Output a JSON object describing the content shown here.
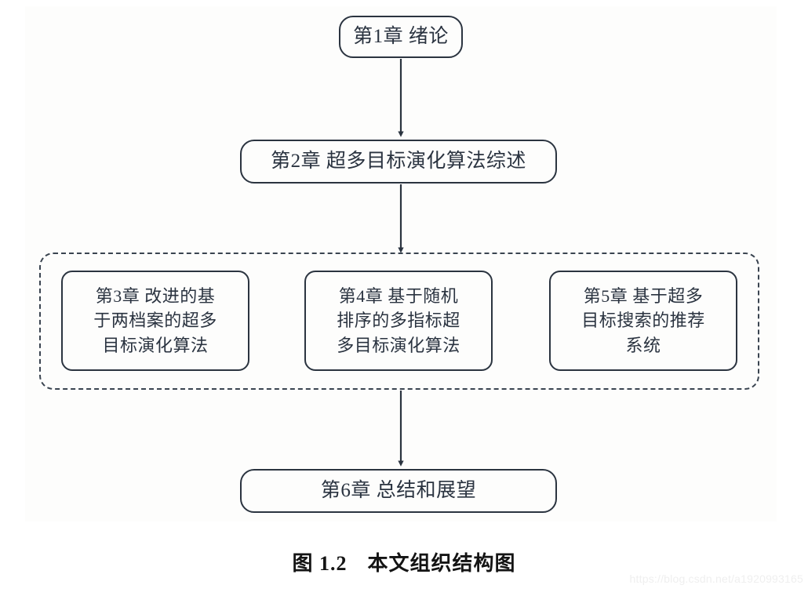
{
  "figure": {
    "caption_number": "图 1.2",
    "caption_text": "本文组织结构图",
    "watermark": "https://blog.csdn.net/a1920993165",
    "colors": {
      "stroke": "#2b3440",
      "dashed_group_stroke": "#3a4450",
      "text": "#2a3340",
      "caption_text": "#141414",
      "page_background": "#ffffff",
      "scan_background": "#fdfdfc",
      "watermark": "#efefef"
    }
  },
  "chart_data": {
    "type": "diagram",
    "title": "图 1.2　本文组织结构图",
    "nodes": [
      {
        "id": "ch1",
        "lines": [
          "第1章 绪论"
        ],
        "shape": "rounded-rect",
        "level": 0
      },
      {
        "id": "ch2",
        "lines": [
          "第2章 超多目标演化算法综述"
        ],
        "shape": "rounded-rect",
        "level": 1
      },
      {
        "id": "ch3",
        "lines": [
          "第3章 改进的基",
          "于两档案的超多",
          "目标演化算法"
        ],
        "shape": "rounded-rect",
        "level": 2,
        "group": "parallel-chapters"
      },
      {
        "id": "ch4",
        "lines": [
          "第4章 基于随机",
          "排序的多指标超",
          "多目标演化算法"
        ],
        "shape": "rounded-rect",
        "level": 2,
        "group": "parallel-chapters"
      },
      {
        "id": "ch5",
        "lines": [
          "第5章 基于超多",
          "目标搜索的推荐",
          "系统"
        ],
        "shape": "rounded-rect",
        "level": 2,
        "group": "parallel-chapters"
      },
      {
        "id": "ch6",
        "lines": [
          "第6章 总结和展望"
        ],
        "shape": "rounded-rect",
        "level": 3
      }
    ],
    "groups": [
      {
        "id": "parallel-chapters",
        "style": "dashed-rounded-rect",
        "members": [
          "ch3",
          "ch4",
          "ch5"
        ]
      }
    ],
    "edges": [
      {
        "from": "ch1",
        "to": "ch2",
        "style": "solid-arrow",
        "direction": "down"
      },
      {
        "from": "ch2",
        "to": "parallel-chapters",
        "style": "solid-arrow",
        "direction": "down"
      },
      {
        "from": "parallel-chapters",
        "to": "ch6",
        "style": "solid-arrow",
        "direction": "down"
      }
    ]
  }
}
